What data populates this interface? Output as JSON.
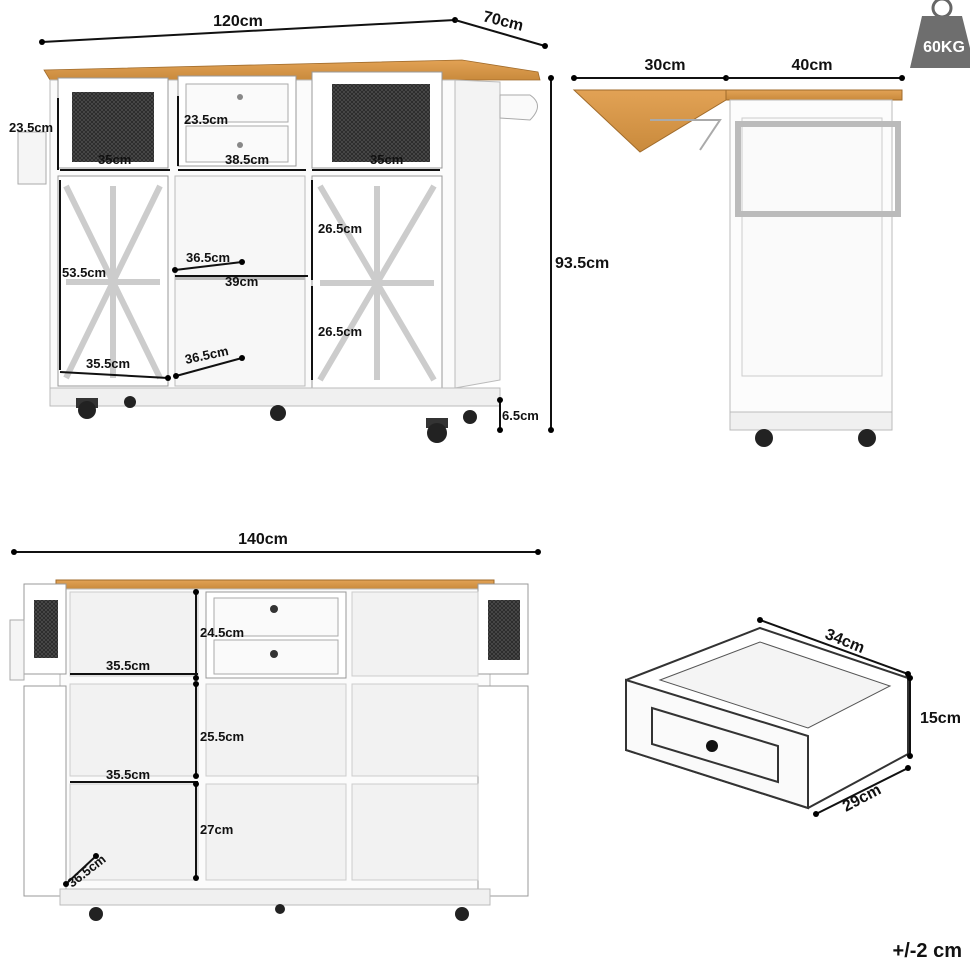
{
  "weight": {
    "label": "60KG"
  },
  "front_view": {
    "width": "120cm",
    "depth": "70cm",
    "height": "93.5cm",
    "wheel_height": "6.5cm",
    "side_panel": "23.5cm",
    "drawer_height": "23.5cm",
    "upper_left_width": "35cm",
    "drawer_width": "38.5cm",
    "upper_right_width": "35cm",
    "left_door_height": "53.5cm",
    "left_door_width": "35.5cm",
    "shelf_depth_upper": "36.5cm",
    "shelf_width": "39cm",
    "shelf_depth_lower": "36.5cm",
    "right_door_upper": "26.5cm",
    "right_door_lower": "26.5cm"
  },
  "side_view": {
    "drop_leaf": "30cm",
    "body_depth": "40cm"
  },
  "open_view": {
    "width": "140cm",
    "drawer_height": "24.5cm",
    "upper_shelf_width": "35.5cm",
    "middle_height": "25.5cm",
    "middle_shelf_width": "35.5cm",
    "lower_height": "27cm",
    "depth": "36.5cm"
  },
  "drawer_view": {
    "depth": "34cm",
    "height": "15cm",
    "width": "29cm"
  },
  "tolerance": "+/-2 cm"
}
